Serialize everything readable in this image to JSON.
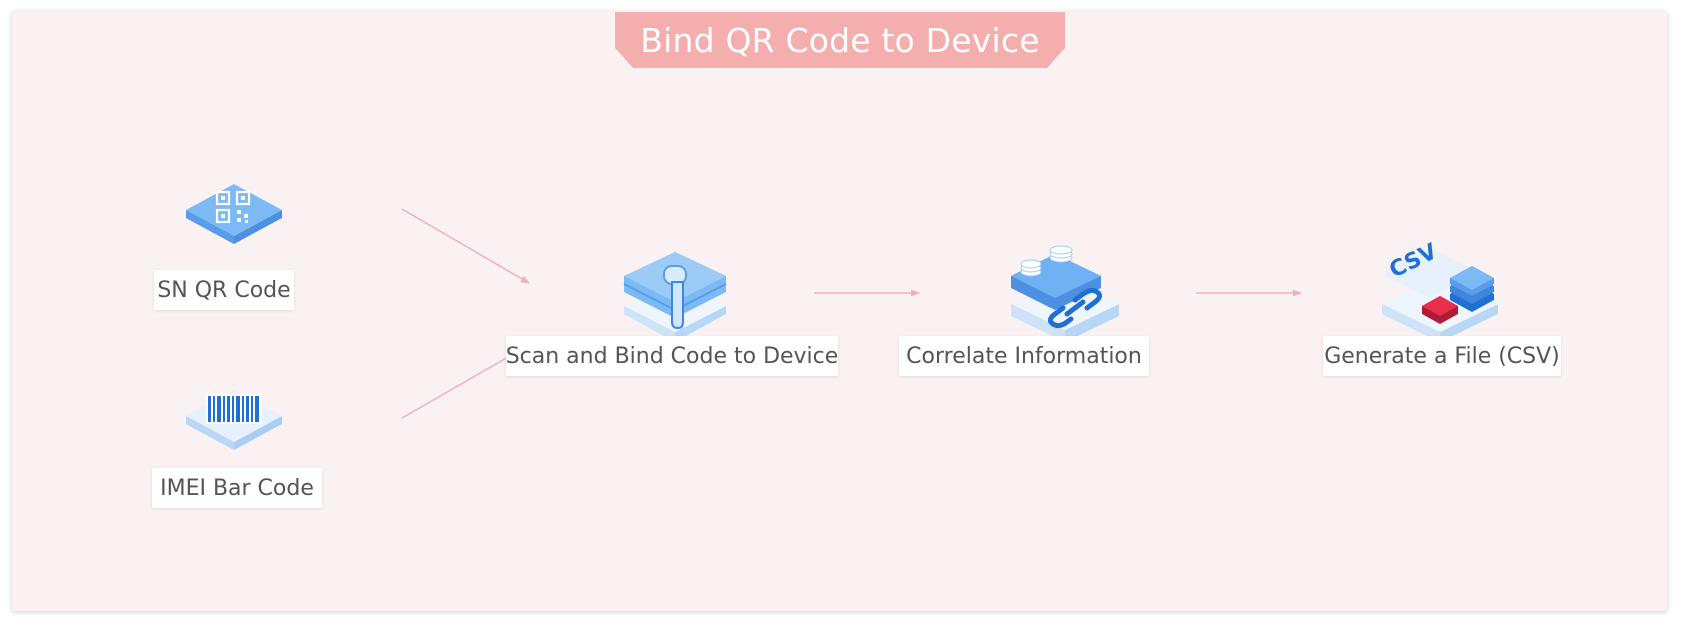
{
  "title": "Bind QR Code to Device",
  "nodes": {
    "sn_qr": {
      "label": "SN QR Code",
      "icon": "qr-code-icon"
    },
    "imei_bar": {
      "label": "IMEI Bar Code",
      "icon": "barcode-icon"
    },
    "scan_bind": {
      "label": "Scan and Bind Code to Device",
      "icon": "barcode-scanner-icon"
    },
    "correlate": {
      "label": "Correlate Information",
      "icon": "database-link-icon"
    },
    "generate": {
      "label": "Generate a File (CSV)",
      "icon": "csv-file-icon"
    }
  },
  "colors": {
    "canvas": "#faf2f2",
    "title_bg": "#f5aeae",
    "arrow": "#f4aeb8",
    "icon_blue": "#6fb1f2",
    "icon_dark_blue": "#1f6fd4",
    "icon_light_blue": "#c3dcf7",
    "csv_red": "#e8304d"
  }
}
